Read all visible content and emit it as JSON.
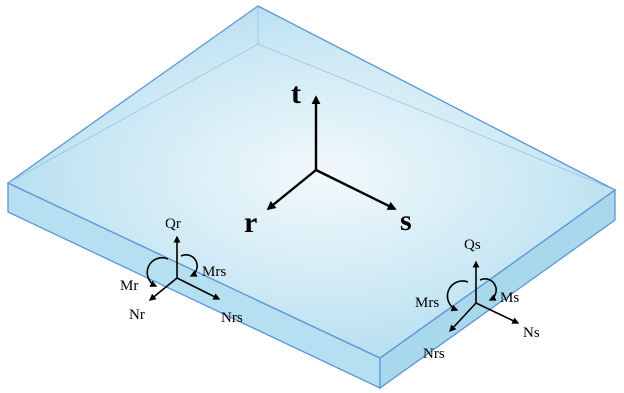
{
  "global_axes": {
    "t": "t",
    "r": "r",
    "s": "s"
  },
  "r_face": {
    "shear": "Qr",
    "bending_moment": "Mr",
    "twisting_moment": "Mrs",
    "normal_force": "Nr",
    "in_plane_shear": "Nrs"
  },
  "s_face": {
    "shear": "Qs",
    "bending_moment": "Ms",
    "twisting_moment": "Mrs",
    "normal_force": "Ns",
    "in_plane_shear": "Nrs"
  },
  "colors": {
    "plate_fill_center": "#f2f9fc",
    "plate_fill_edge": "#aedbee",
    "plate_side": "#b6e0f1",
    "plate_edge": "#5b95d8",
    "ink": "#000000"
  }
}
